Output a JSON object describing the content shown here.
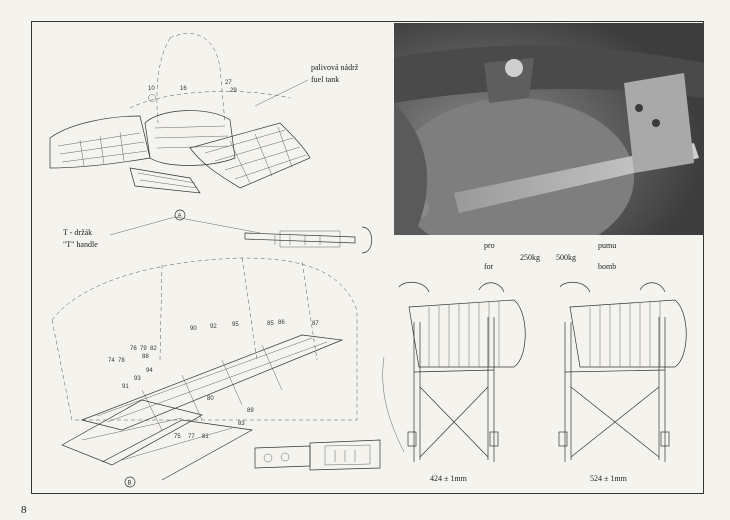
{
  "page_number": "8",
  "labels": {
    "fuel_tank_cz": "palivová nádrž",
    "fuel_tank_en": "fuel tank",
    "t_handle_cz": "T - držák",
    "t_handle_en": "\"T\" handle",
    "pro": "pro",
    "for": "for",
    "bomb_250": "250kg",
    "bomb_500": "500kg",
    "pumu": "pumu",
    "bomb": "bomb",
    "dim_424": "424 ± 1mm",
    "dim_524": "524 ± 1mm"
  },
  "callouts": {
    "a": "A",
    "b": "B"
  },
  "part_numbers": [
    "76",
    "79",
    "82",
    "74",
    "78",
    "88",
    "90",
    "92",
    "95",
    "85",
    "86",
    "87",
    "80",
    "75",
    "77",
    "81",
    "83",
    "89",
    "91",
    "93",
    "94"
  ]
}
